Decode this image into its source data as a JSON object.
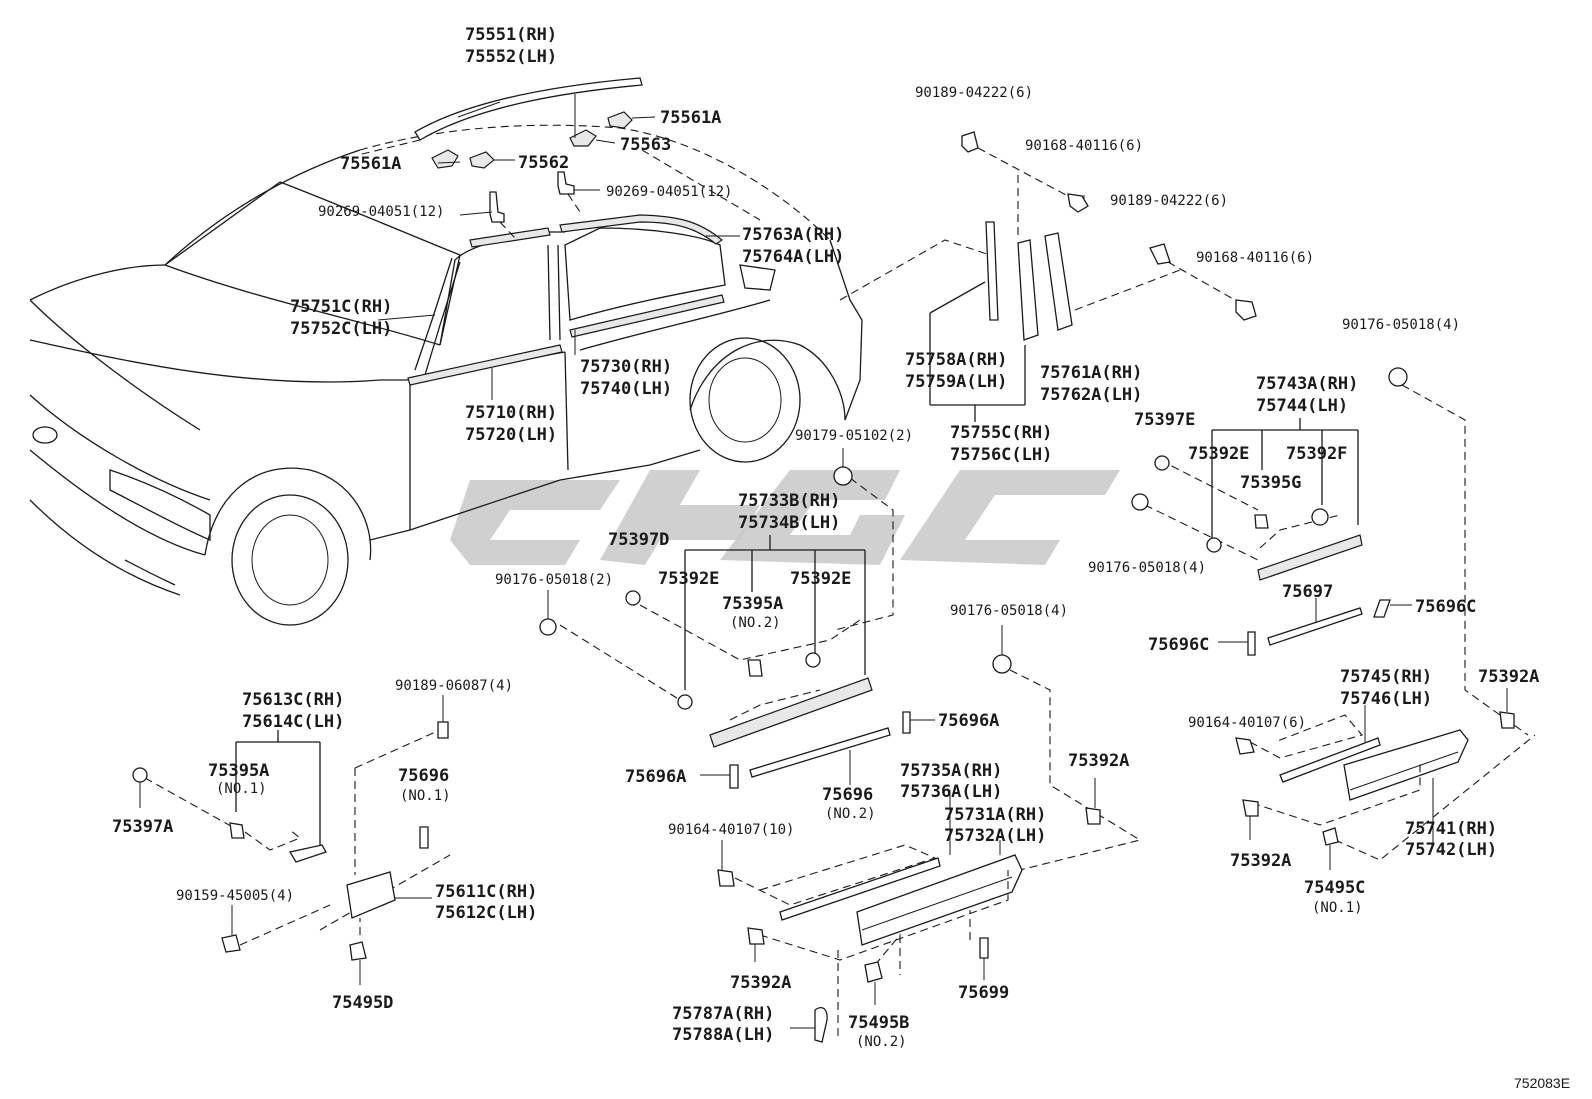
{
  "labels": {
    "p75551": "75551(RH)",
    "p75552": "75552(LH)",
    "p75561a_top": "75561A",
    "p75561a_left": "75561A",
    "p75562": "75562",
    "p75563": "75563",
    "p90269_right": "90269-04051(12)",
    "p90269_left": "90269-04051(12)",
    "p75763a": "75763A(RH)",
    "p75764a": "75764A(LH)",
    "p75751c": "75751C(RH)",
    "p75752c": "75752C(LH)",
    "p75730": "75730(RH)",
    "p75740": "75740(LH)",
    "p75710": "75710(RH)",
    "p75720": "75720(LH)",
    "p90189_04222_top": "90189-04222(6)",
    "p90168_40116_top": "90168-40116(6)",
    "p90189_04222_mid": "90189-04222(6)",
    "p90168_40116_mid": "90168-40116(6)",
    "p75758a": "75758A(RH)",
    "p75759a": "75759A(LH)",
    "p75761a": "75761A(RH)",
    "p75762a": "75762A(LH)",
    "p75755c": "75755C(RH)",
    "p75756c": "75756C(LH)",
    "p90176_05018_right": "90176-05018(4)",
    "p75743a": "75743A(RH)",
    "p75744": "75744(LH)",
    "p75397e": "75397E",
    "p75392e_right": "75392E",
    "p75392f": "75392F",
    "p75395g": "75395G",
    "p90176_05018_rmid": "90176-05018(4)",
    "p90179_05102": "90179-05102(2)",
    "p75733b": "75733B(RH)",
    "p75734b": "75734B(LH)",
    "p75397d": "75397D",
    "p90176_05018_left": "90176-05018(2)",
    "p75392e_left": "75392E",
    "p75392e_mid": "75392E",
    "p75395a_no2": "75395A",
    "note_no2_a": "(NO.2)",
    "p75697": "75697",
    "p75696c_right": "75696C",
    "p75696c_left": "75696C",
    "p90176_05018_center": "90176-05018(4)",
    "p75745": "75745(RH)",
    "p75746": "75746(LH)",
    "p75392a_far": "75392A",
    "p90164_40107_right": "90164-40107(6)",
    "p75696a_right": "75696A",
    "p75696a_left": "75696A",
    "p75696_no2": "75696",
    "note_no2_b": "(NO.2)",
    "p75392a_center": "75392A",
    "p75735a": "75735A(RH)",
    "p75736a": "75736A(LH)",
    "p75731a": "75731A(RH)",
    "p75732a": "75732A(LH)",
    "p90164_40107_center": "90164-40107(10)",
    "p75741": "75741(RH)",
    "p75742": "75742(LH)",
    "p75392a_right": "75392A",
    "p75495c": "75495C",
    "note_no1_c": "(NO.1)",
    "p75613c": "75613C(RH)",
    "p75614c": "75614C(LH)",
    "p90189_06087": "90189-06087(4)",
    "p75395a_no1": "75395A",
    "note_no1_a": "(NO.1)",
    "p75397a": "75397A",
    "p75696_no1": "75696",
    "note_no1_b": "(NO.1)",
    "p90159_45005": "90159-45005(4)",
    "p75611c": "75611C(RH)",
    "p75612c": "75612C(LH)",
    "p75495d": "75495D",
    "p75392a_bottom": "75392A",
    "p75699": "75699",
    "p75787a": "75787A(RH)",
    "p75788a": "75788A(LH)",
    "p75495b": "75495B",
    "note_no2_c": "(NO.2)",
    "drawing_number": "752083E"
  },
  "icons": {
    "watermark": "brand-watermark-logo",
    "vehicle": "sedan-outline-illustration",
    "fasteners": [
      "clip-icon",
      "screw-icon",
      "nut-icon"
    ]
  },
  "colors": {
    "ink": "#1a1a1a",
    "watermark": "#c8c8c8",
    "background": "#ffffff"
  }
}
